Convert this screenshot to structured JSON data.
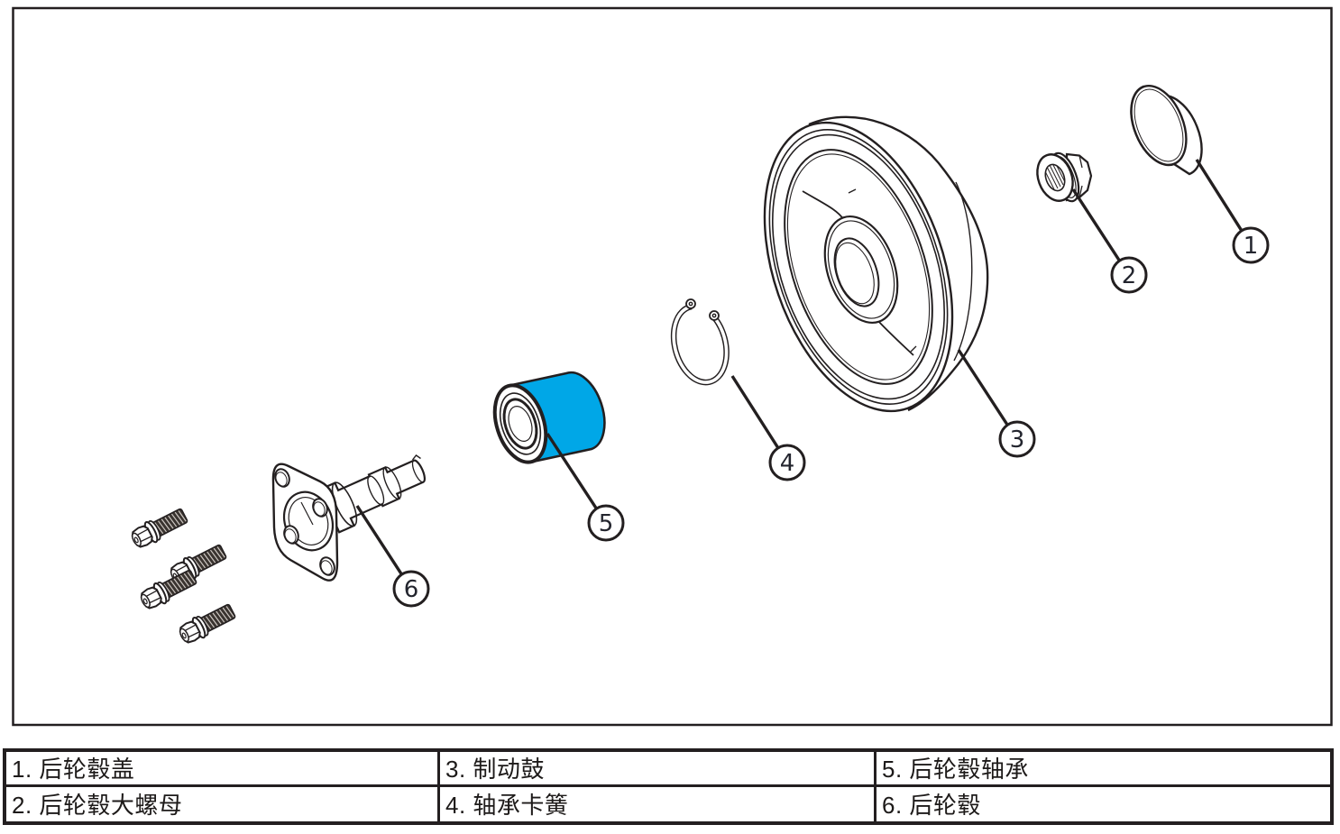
{
  "figure": {
    "kind": "exploded-parts-diagram",
    "colors": {
      "line": "#231f20",
      "bearing_blue": "#00a7e7",
      "background": "#ffffff"
    }
  },
  "callouts": [
    {
      "label": "1"
    },
    {
      "label": "2"
    },
    {
      "label": "3"
    },
    {
      "label": "4"
    },
    {
      "label": "5"
    },
    {
      "label": "6"
    }
  ],
  "legend": {
    "rows": [
      [
        "1. 后轮毂盖",
        "3. 制动鼓",
        "5. 后轮毂轴承"
      ],
      [
        "2. 后轮毂大螺母",
        "4. 轴承卡簧",
        "6. 后轮毂"
      ]
    ]
  }
}
